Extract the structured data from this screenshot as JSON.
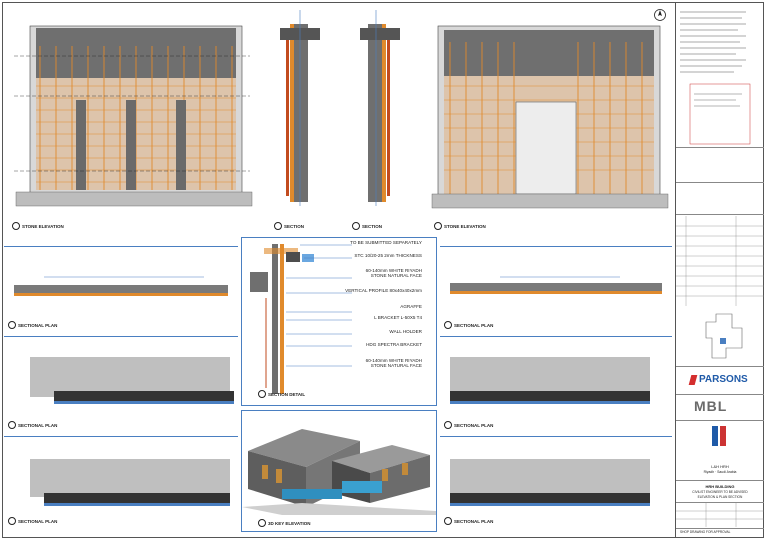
{
  "sheet": {
    "views": {
      "stone_elevation_left": "STONE ELEVATION",
      "section_a": "SECTION",
      "section_b": "SECTION",
      "stone_elevation_right": "STONE ELEVATION",
      "sectional_plan_1": "SECTIONAL PLAN",
      "sectional_plan_2": "SECTIONAL PLAN",
      "sectional_plan_3": "SECTIONAL PLAN",
      "sectional_plan_4": "SECTIONAL PLAN",
      "sectional_plan_5": "SECTIONAL PLAN",
      "sectional_plan_6": "SECTIONAL PLAN",
      "section_detail": "SECTION DETAIL",
      "key_elevation": "3D KEY ELEVATION"
    },
    "callouts": [
      "TO BE SUBMITTED SEPARATELY",
      "STC 10/20-25 2mm THICKNESS",
      "60-140mm WHITE RIYADH STONE NATURAL FACE",
      "VERTICAL PROFILE 80x40x40x2mm",
      "AGRAFFE",
      "L BRACKET L-50X5 T4",
      "WALL HOLDER",
      "HDG SPECTRA BRACKET",
      "60-140mm WHITE RIYADH STONE NATURAL FACE"
    ]
  },
  "title_block": {
    "consultant_logo": "PARSONS",
    "contractor_logo": "MBL",
    "client_location_1": "L&H HRH",
    "client_location_2": "Riyadh · Saudi Arabia",
    "project": "HRH BUILDING",
    "drawing_title_1": "CIVIL/ST ENGINEER TO BE ADVISED",
    "drawing_title_2": "ELEVATION & PLAN SECTION",
    "status": "SHOP DRAWING FOR APPROVAL"
  },
  "colors": {
    "frame_orange": "#e08a2c",
    "stone_gray": "#7a7a7a",
    "dark_gray": "#4d4d4d",
    "blue_border": "#4a7fc1",
    "parsons_blue": "#1f5aa8"
  }
}
